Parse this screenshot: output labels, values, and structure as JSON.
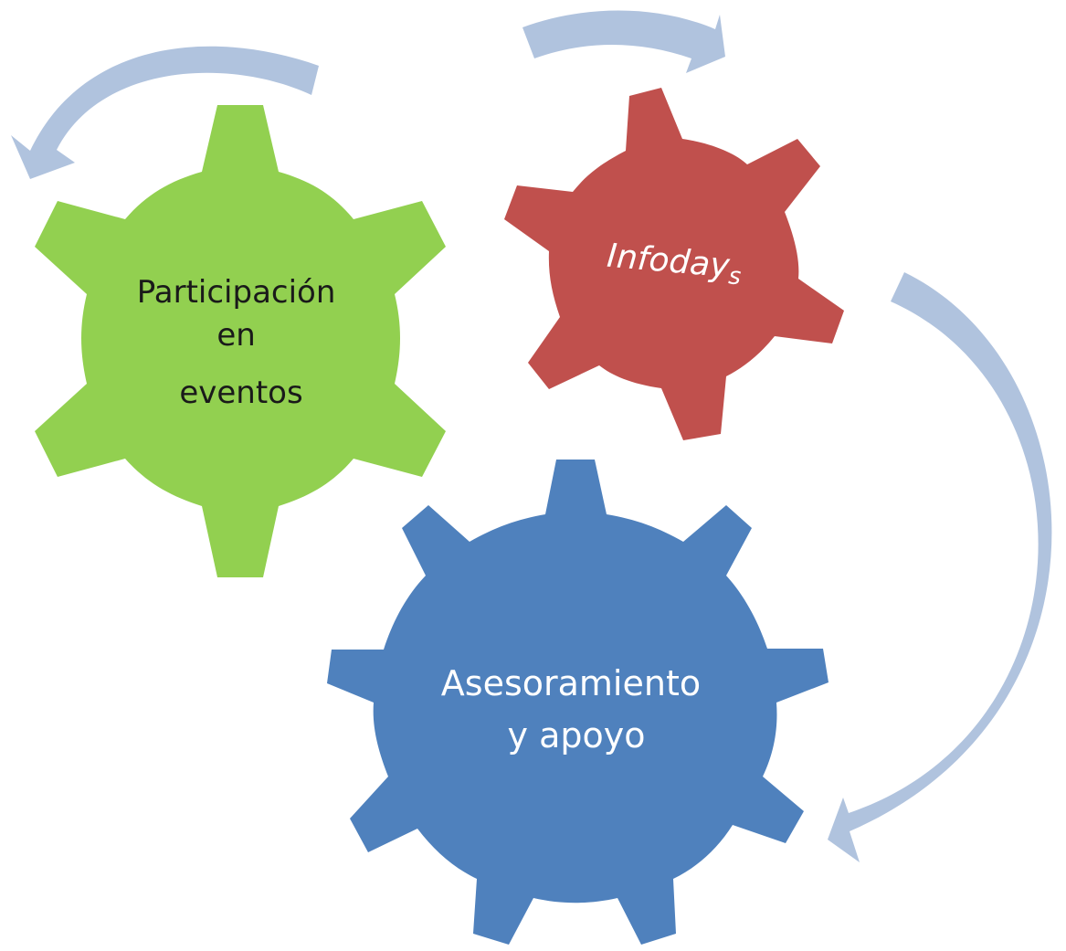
{
  "colors": {
    "gear_green": "#92d050",
    "gear_red": "#c0504d",
    "gear_blue": "#4f81bd",
    "arrow": "#b0c3de",
    "text_dark": "#1a1a1a",
    "text_light": "#ffffff"
  },
  "gears": {
    "participacion": {
      "line1": "Participación",
      "line2": "en",
      "line3": "eventos"
    },
    "infodays": {
      "label_main": "Infoday",
      "label_tail": "s"
    },
    "asesoramiento": {
      "line1": "Asesoramiento",
      "line2": "y apoyo"
    }
  }
}
